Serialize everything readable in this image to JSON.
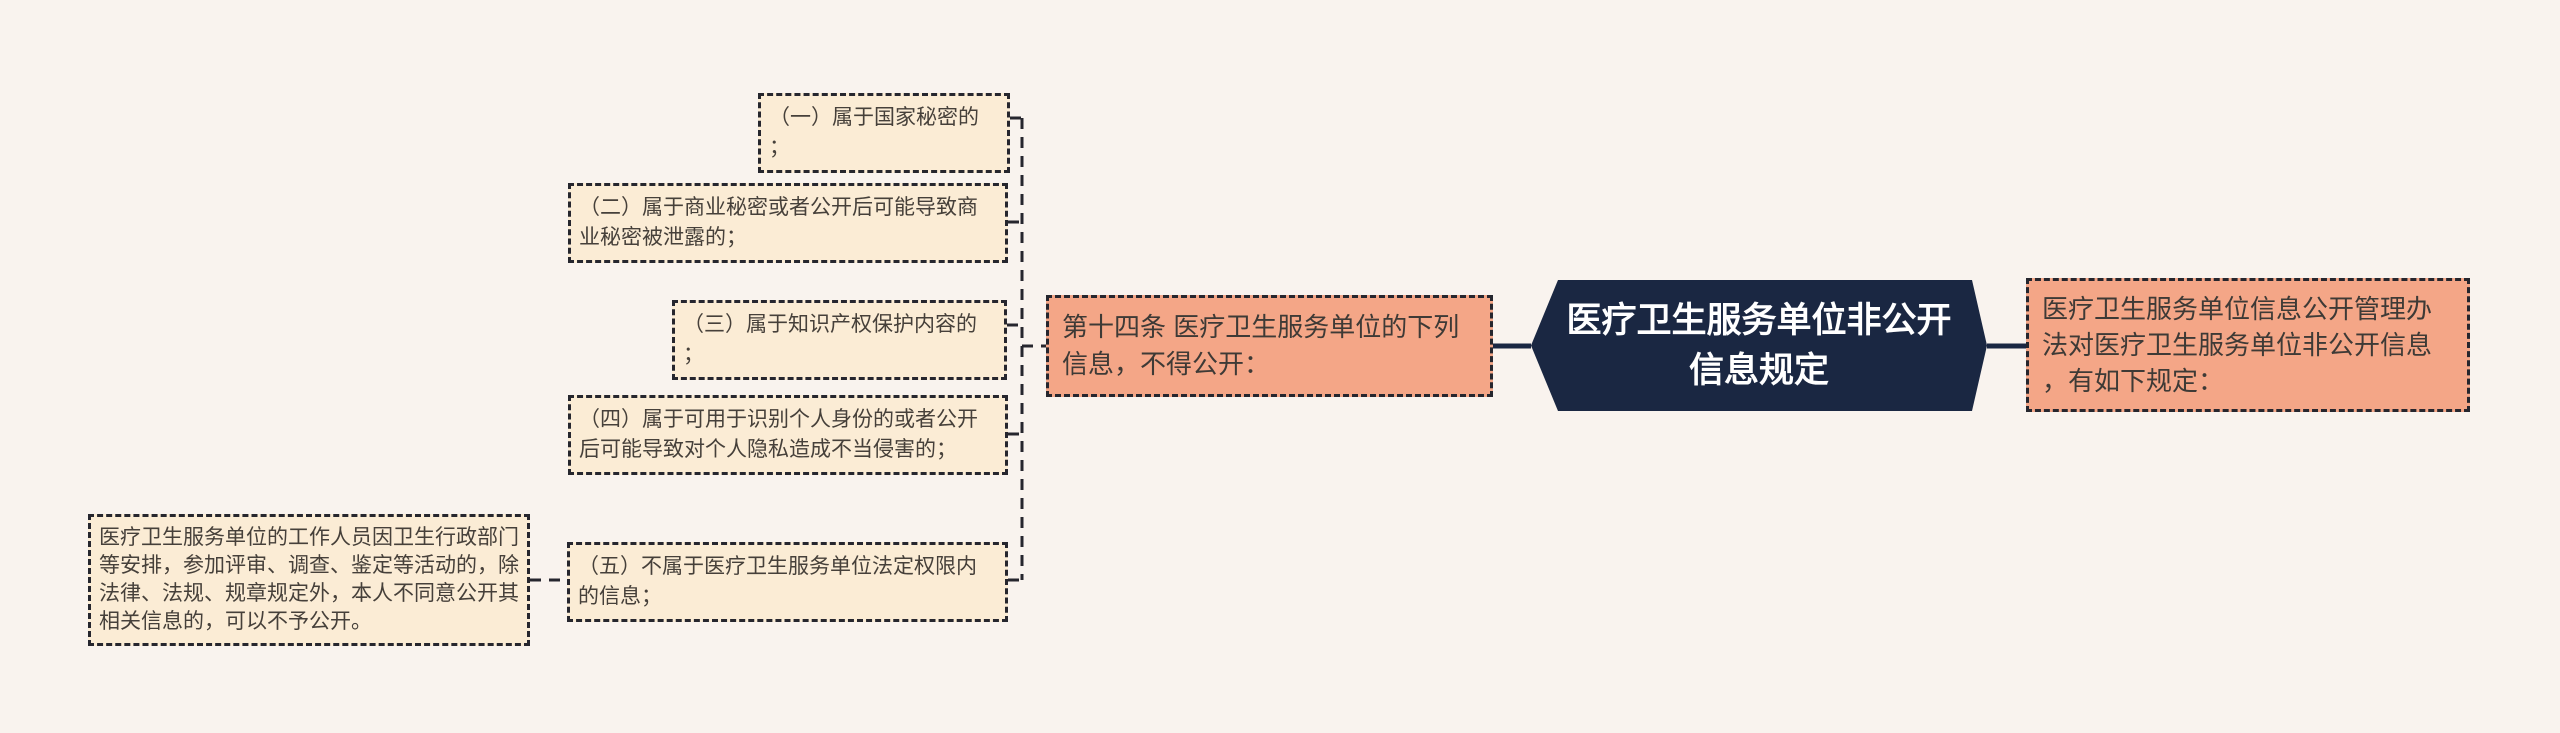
{
  "diagram": {
    "root": {
      "text": "医疗卫生服务单位非公开信息规定"
    },
    "left_branch": {
      "text": "第十四条 医疗卫生服务单位的下列信息，不得公开："
    },
    "right_branch": {
      "text": "医疗卫生服务单位信息公开管理办法对医疗卫生服务单位非公开信息，有如下规定："
    },
    "items": [
      {
        "text": "（一）属于国家秘密的；"
      },
      {
        "text": "（二）属于商业秘密或者公开后可能导致商业秘密被泄露的；"
      },
      {
        "text": "（三）属于知识产权保护内容的；"
      },
      {
        "text": "（四）属于可用于识别个人身份的或者公开后可能导致对个人隐私造成不当侵害的；"
      },
      {
        "text": "（五）不属于医疗卫生服务单位法定权限内的信息；"
      }
    ],
    "note": {
      "text": "医疗卫生服务单位的工作人员因卫生行政部门等安排，参加评审、调查、鉴定等活动的，除法律、法规、规章规定外，本人不同意公开其相关信息的，可以不予公开。"
    },
    "colors": {
      "background": "#f9f3ee",
      "item_fill": "#fbecd5",
      "branch_fill": "#f4a687",
      "root_fill": "#1a2742",
      "root_text": "#ffffff",
      "dashed_border": "#26262e",
      "item_text": "#46403a",
      "solid_link": "#1a2742"
    }
  }
}
